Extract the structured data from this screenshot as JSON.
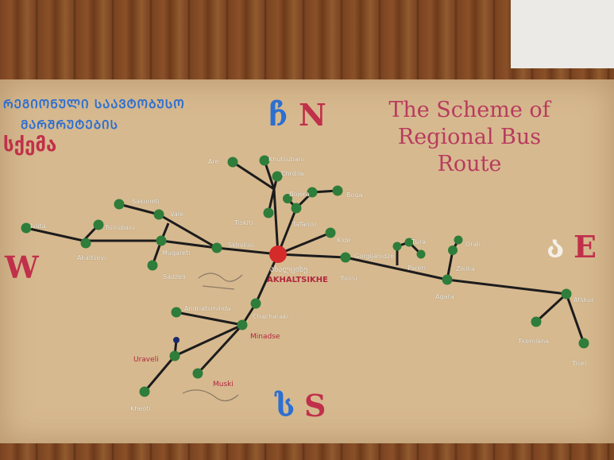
{
  "title_geo_line1": "ᲠᲔᲒᲘᲝᲜᲣᲚᲘ ᲡᲐᲐᲕᲢᲝᲑᲣᲡᲝ",
  "title_geo_line2": "ᲛᲐᲠᲨᲠᲣᲢᲔᲑᲘᲡ",
  "title_geo_line3": "სქემა",
  "title_en_line1": "The Scheme of",
  "title_en_line2": "Regional Bus",
  "title_en_line3": "Route",
  "compass": {
    "north_geo": "ჩ",
    "north": "N",
    "west": "W",
    "east_geo": "ა",
    "east": "E",
    "south_geo": "ს",
    "south": "S"
  },
  "hub": {
    "name_geo": "ახალციხე",
    "name": "AKHALTSIKHE"
  },
  "towns": {
    "are": "Are",
    "khutsubani": "Khutsubani",
    "chrdila": "Chrdila",
    "bojera": "Bojera",
    "boga": "Boga",
    "tiskiti": "Tiskiti",
    "tatanisi": "TaTanisi",
    "sakuneti": "Sakuneti",
    "vale": "Vale",
    "tsinubani": "Tsinubani",
    "ivlita": "Ivlita",
    "akaltsevi": "Akaltsevi",
    "klde": "Klde",
    "skhvilisi": "Skhvilisi",
    "mugareti": "Mugareti",
    "sadzeli": "Sadzeli",
    "agara": "Agara",
    "tsnisi": "Tsnisi",
    "gorgijanidze": "Gorgijanidze",
    "zikilia": "Zikilia",
    "minadse": "Minadse",
    "chacharaki": "Chacharaki",
    "andriatsminda": "Andriatsminda",
    "uraveli": "Uraveli",
    "muski": "Muski",
    "atskuri": "Atskur",
    "tkemlana": "Tkemlana",
    "tiseli": "Tisel",
    "kheoti": "Kheoti",
    "pareri": "Pareri",
    "tsira": "Tsira",
    "orali": "Orali"
  },
  "colors": {
    "board": "#d7b98f",
    "route": "#1c1c1c",
    "node": "#2e7d3a",
    "hub": "#d42a2a"
  }
}
